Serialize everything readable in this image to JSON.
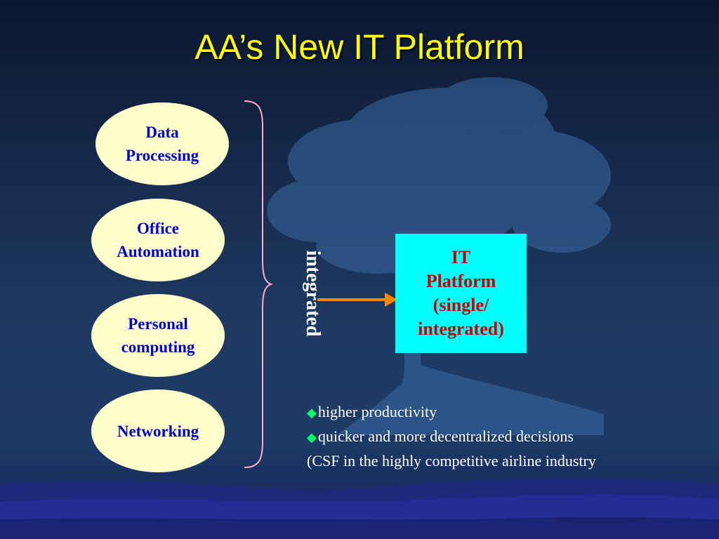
{
  "slide": {
    "title": "AA’s New IT Platform",
    "ovals": [
      {
        "label": "Data\nProcessing"
      },
      {
        "label": "Office\nAutomation"
      },
      {
        "label": "Personal\ncomputing"
      },
      {
        "label": "Networking"
      }
    ],
    "connector_label": "integrated",
    "platform_label": "IT\nPlatform\n(single/\nintegrated)",
    "bullets": [
      "higher productivity",
      "quicker and more decentralized decisions"
    ],
    "note": "(CSF in the highly competitive airline industry"
  },
  "colors": {
    "title": "#ffff00",
    "oval_fill": "#ffffcc",
    "oval_text": "#0000cc",
    "platform_fill": "#00ffff",
    "platform_text": "#cc0000",
    "arrow": "#ff8800",
    "brace": "#ffaacc",
    "bullet_marker": "#00ff66"
  },
  "icons": {
    "bullet": "diamond-bullet-icon",
    "background": "tree-silhouette"
  }
}
